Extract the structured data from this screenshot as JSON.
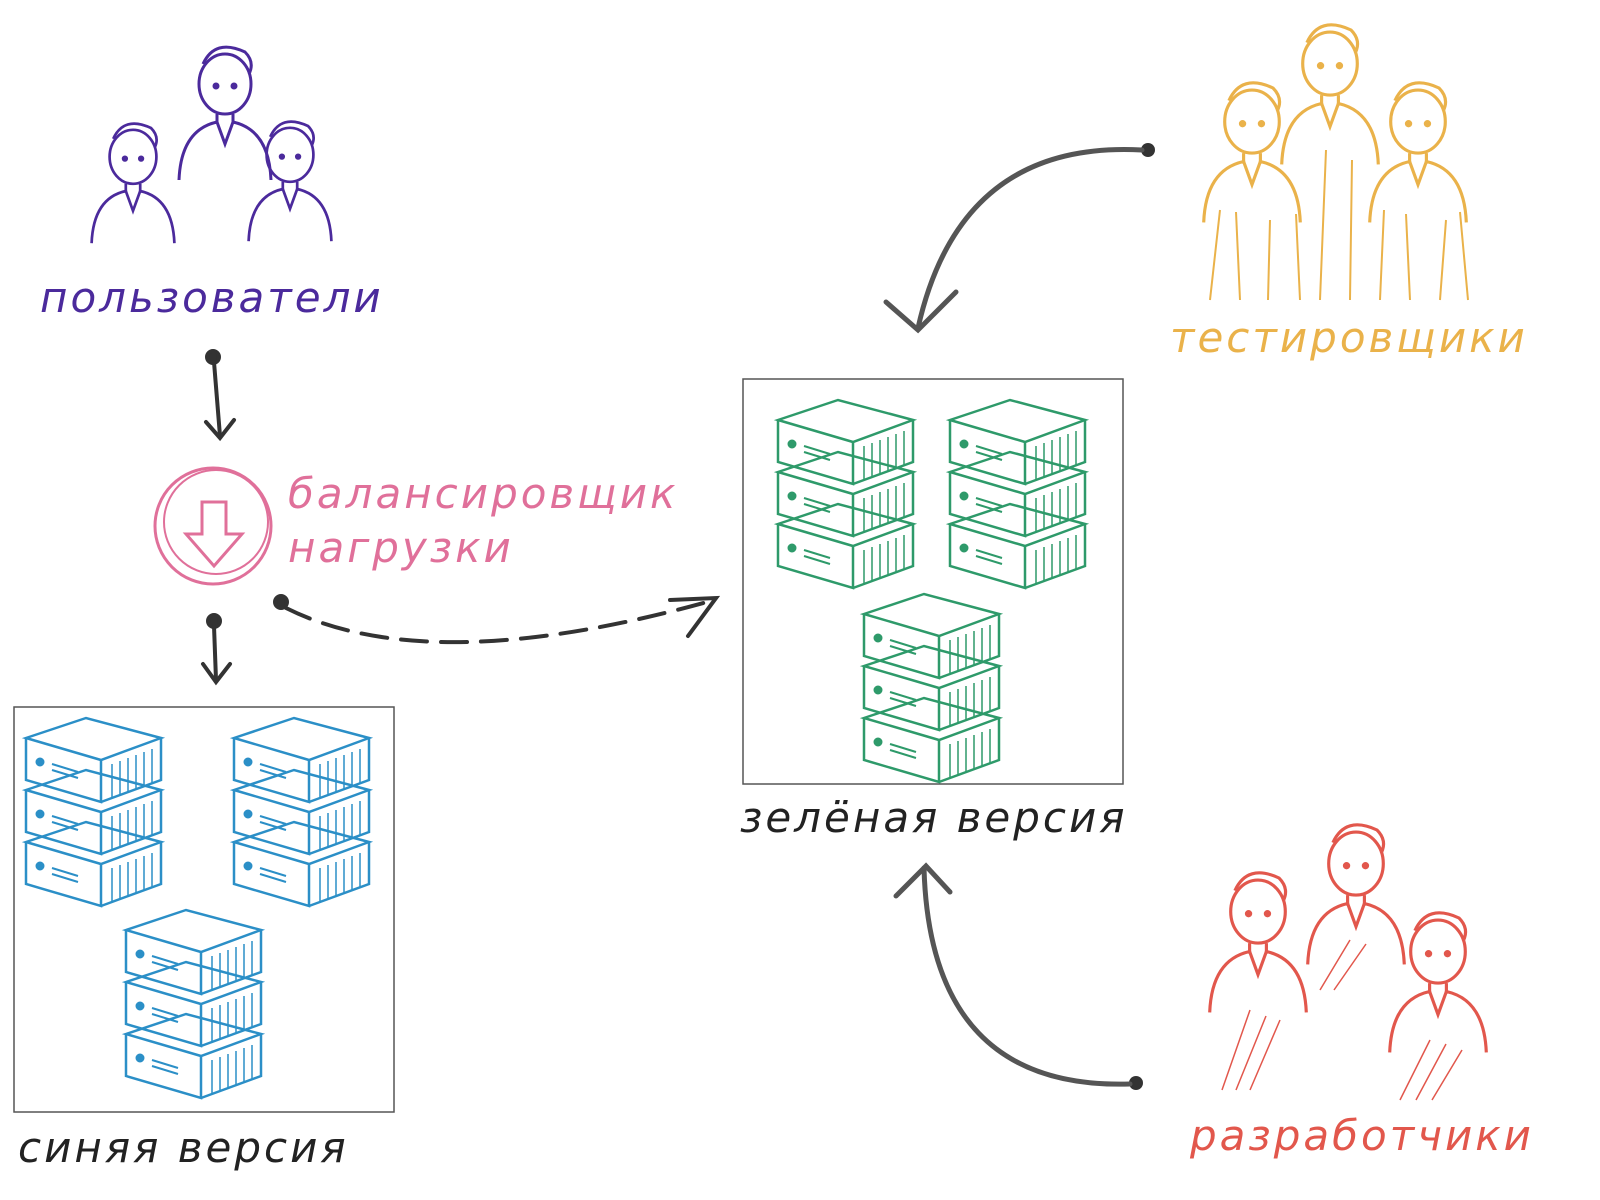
{
  "labels": {
    "users": "пользователи",
    "balancer": [
      "балансировщик",
      "нагрузки"
    ],
    "blue": "синяя версия",
    "green": "зелёная версия",
    "testers": "тестировщики",
    "developers": "разработчики"
  },
  "colors": {
    "users": "#4b2a9c",
    "balancer": "#e0709a",
    "blue": "#2b8fc7",
    "green": "#2e9a6a",
    "testers": "#eab24a",
    "developers": "#e2574c",
    "ink": "#333333"
  },
  "icons": {
    "users": "people-group-icon",
    "balancer": "down-arrow-in-circle-icon",
    "servers": "server-rack-icon",
    "testers": "people-group-icon",
    "developers": "people-group-icon"
  }
}
